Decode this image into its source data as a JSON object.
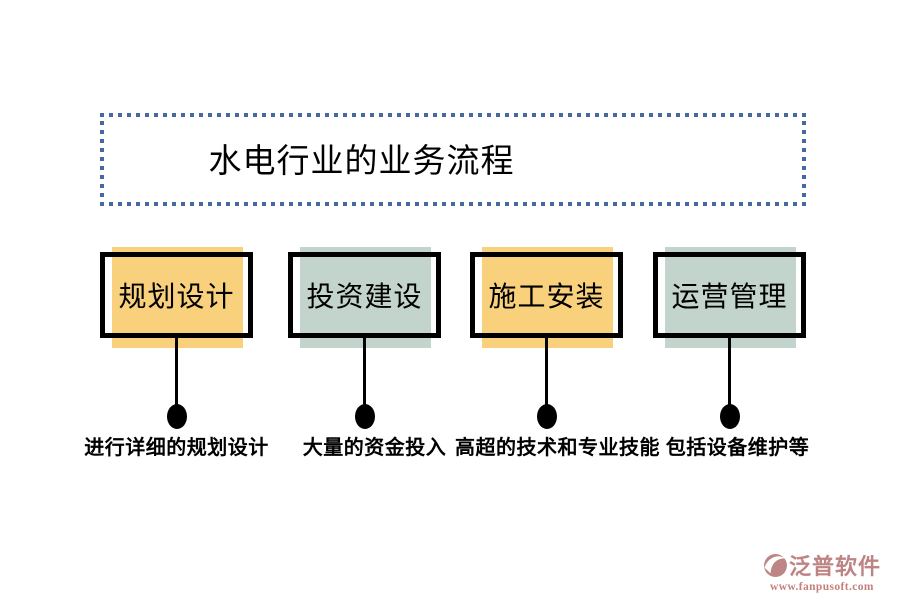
{
  "title": "水电行业的业务流程",
  "stages": [
    {
      "label": "规划设计",
      "description": "进行详细的规划设计",
      "fill_color": "#F9D17D"
    },
    {
      "label": "投资建设",
      "description": "大量的资金投入",
      "fill_color": "#C3D4CC"
    },
    {
      "label": "施工安装",
      "description": "高超的技术和专业技能",
      "fill_color": "#F9D17D"
    },
    {
      "label": "运营管理",
      "description": "包括设备维护等",
      "fill_color": "#C3D4CC"
    }
  ],
  "footer": {
    "brand_name": "泛普软件",
    "website": "www.fanpusoft.com"
  },
  "colors": {
    "title_border": "#4769A1",
    "box_border": "#000000",
    "connector": "#000000",
    "stage_fill_yellow": "#F9D17D",
    "stage_fill_green": "#C3D4CC",
    "brand_text": "#BE8383",
    "website_text": "#C67F7B"
  }
}
